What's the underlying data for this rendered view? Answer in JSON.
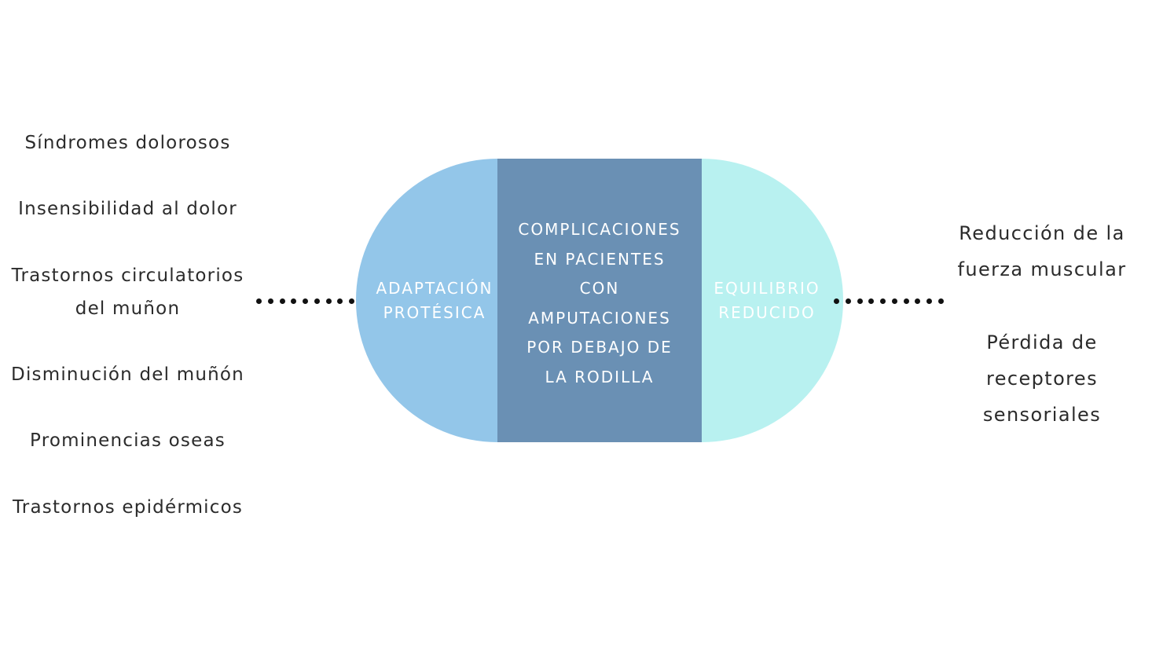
{
  "diagram": {
    "center_label": "COMPLICACIONES\nEN PACIENTES\nCON\nAMPUTACIONES\nPOR DEBAJO DE\nLA RODILLA",
    "left_segment_label": "ADAPTACIÓN\nPROTÉSICA",
    "right_segment_label": "EQUILIBRIO\nREDUCIDO",
    "left_items": [
      "Síndromes dolorosos",
      "Insensibilidad al dolor",
      "Trastornos circulatorios\ndel muñon",
      "Disminución del muñón",
      "Prominencias oseas",
      "Trastornos epidérmicos"
    ],
    "right_items": [
      "Reducción de la\nfuerza muscular",
      "Pérdida de\nreceptores\nsensoriales"
    ],
    "colors": {
      "left_segment": "#93c6e9",
      "center_segment": "#6a90b4",
      "right_segment": "#b8f1f0",
      "text": "#2b2b2b",
      "connector_dots": "#111111"
    }
  }
}
